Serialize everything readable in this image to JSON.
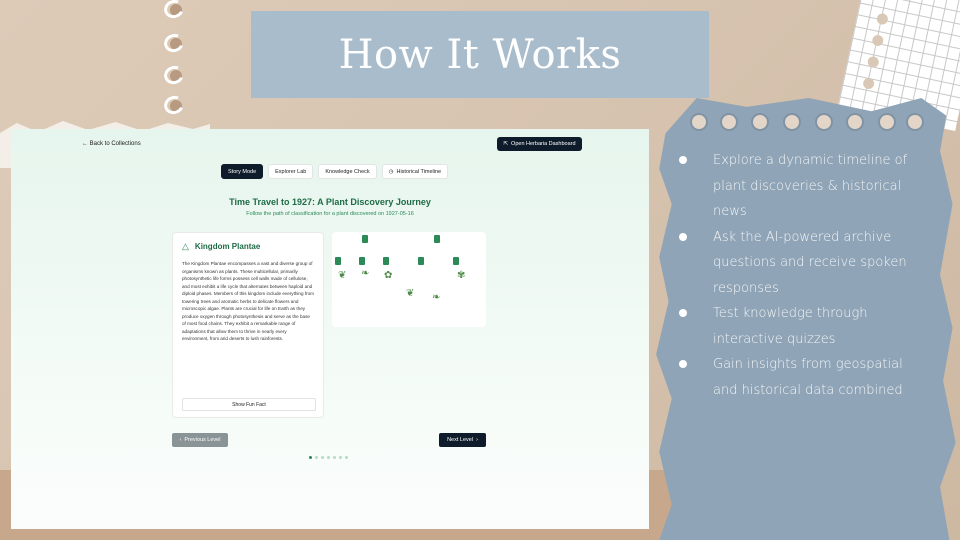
{
  "slide": {
    "title": "How It Works",
    "bullets": [
      "Explore a dynamic timeline of plant discoveries & historical news",
      "Ask the AI-powered archive questions and receive spoken responses",
      "Test knowledge through interactive quizzes",
      "Gain insights from geospatial and historical data combined"
    ]
  },
  "app": {
    "back_link": "← Back to Collections",
    "herbaria_button": "Open Herbaria Dashboard",
    "tabs": [
      {
        "label": "Story Mode",
        "active": true
      },
      {
        "label": "Explorer Lab",
        "active": false
      },
      {
        "label": "Knowledge Check",
        "active": false
      },
      {
        "label": "Historical Timeline",
        "active": false
      }
    ],
    "journey_title": "Time Travel to 1927: A Plant Discovery Journey",
    "journey_subtitle": "Follow the path of classification for a plant discovered on 1927-05-16",
    "card": {
      "icon": "tree-icon",
      "title": "Kingdom Plantae",
      "body": "The Kingdom Plantae encompasses a vast and diverse group of organisms known as plants. These multicellular, primarily photosynthetic life forms possess cell walls made of cellulose, and most exhibit a life cycle that alternates between haploid and diploid phases. Members of this kingdom include everything from towering trees and aromatic herbs to delicate flowers and microscopic algae. Plants are crucial for life on Earth as they produce oxygen through photosynthesis and serve as the base of most food chains. They exhibit a remarkable range of adaptations that allow them to thrive in nearly every environment, from arid deserts to lush rainforests.",
      "fun_fact_button": "Show Fun Fact"
    },
    "prev_button": "Previous Level",
    "next_button": "Next Level",
    "pagination": {
      "total": 7,
      "current": 1
    }
  }
}
